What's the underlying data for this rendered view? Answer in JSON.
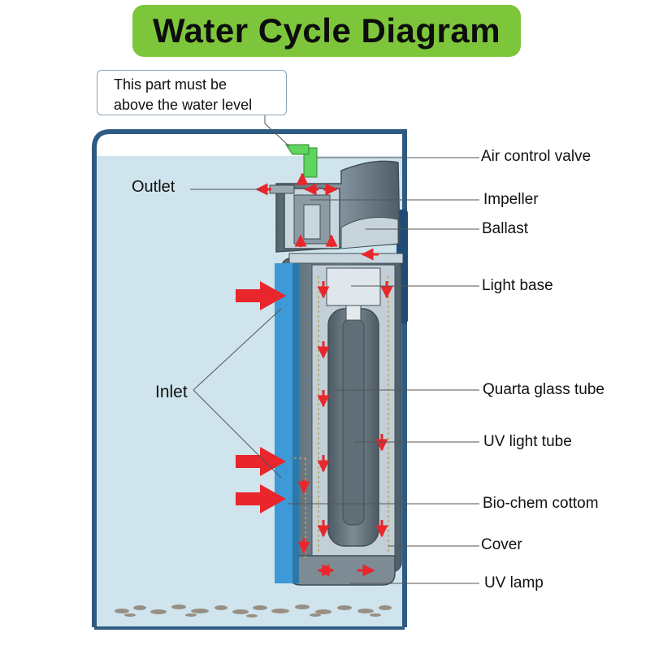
{
  "title": "Water Cycle Diagram",
  "note": {
    "line1": "This part must be",
    "line2": "above the water level"
  },
  "labels": {
    "outlet": "Outlet",
    "inlet": "Inlet",
    "air_control_valve": "Air control valve",
    "impeller": "Impeller",
    "ballast": "Ballast",
    "light_base": "Light base",
    "quartz_glass_tube": "Quarta glass tube",
    "uv_light_tube": "UV light tube",
    "bio_chem_cotton": "Bio-chem cottom",
    "cover": "Cover",
    "uv_lamp": "UV lamp"
  },
  "colors": {
    "title_bg": "#7dc63b",
    "water": "#cfe4ec",
    "tank_frame": "#2d5b82",
    "filter_body": "#6b7c86",
    "intake_panel": "#3d9ad6",
    "flow_arrow": "#e8262b",
    "valve": "#5fd45f"
  }
}
